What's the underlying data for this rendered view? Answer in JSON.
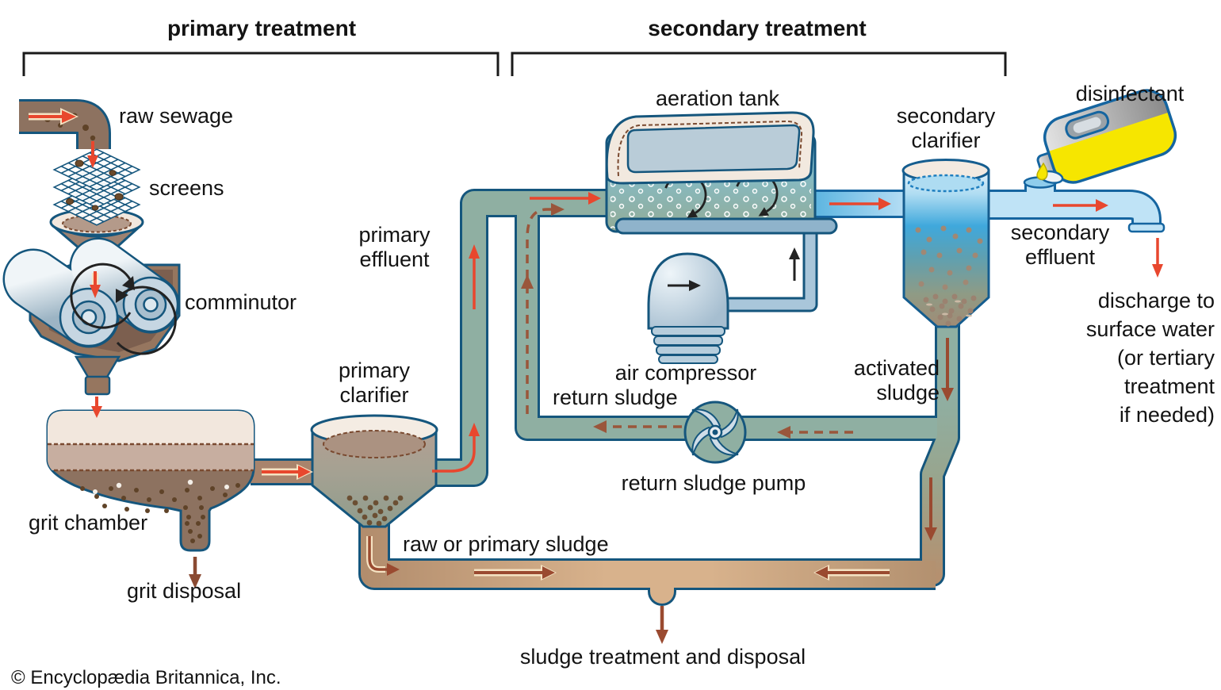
{
  "diagram": {
    "sections": {
      "primary": "primary treatment",
      "secondary": "secondary treatment"
    },
    "labels": {
      "raw_sewage": "raw sewage",
      "screens": "screens",
      "comminutor": "comminutor",
      "grit_chamber": "grit chamber",
      "grit_disposal": "grit disposal",
      "primary_clarifier": "primary\nclarifier",
      "primary_effluent": "primary\neffluent",
      "aeration_tank": "aeration tank",
      "air_compressor": "air compressor",
      "return_sludge": "return sludge",
      "return_sludge_pump": "return sludge pump",
      "activated_sludge": "activated\nsludge",
      "secondary_clarifier": "secondary\nclarifier",
      "disinfectant": "disinfectant",
      "secondary_effluent": "secondary\neffluent",
      "discharge": "discharge to\nsurface water\n(or tertiary\ntreatment\nif needed)",
      "raw_or_primary_sludge": "raw or primary sludge",
      "sludge_treatment": "sludge treatment and disposal"
    },
    "copyright": "© Encyclopædia Britannica, Inc.",
    "colors": {
      "pipe_teal": "#8fafa2",
      "pipe_brown": "#b2906f",
      "pipe_light_blue": "#bfe3f6",
      "outline_dark": "#15567d",
      "arrow_red": "#e8472e",
      "arrow_brown": "#9a4a30",
      "disinfectant_yellow": "#f6e600",
      "tank_brown": "#8d7260",
      "cream": "#f2e7dd"
    }
  }
}
